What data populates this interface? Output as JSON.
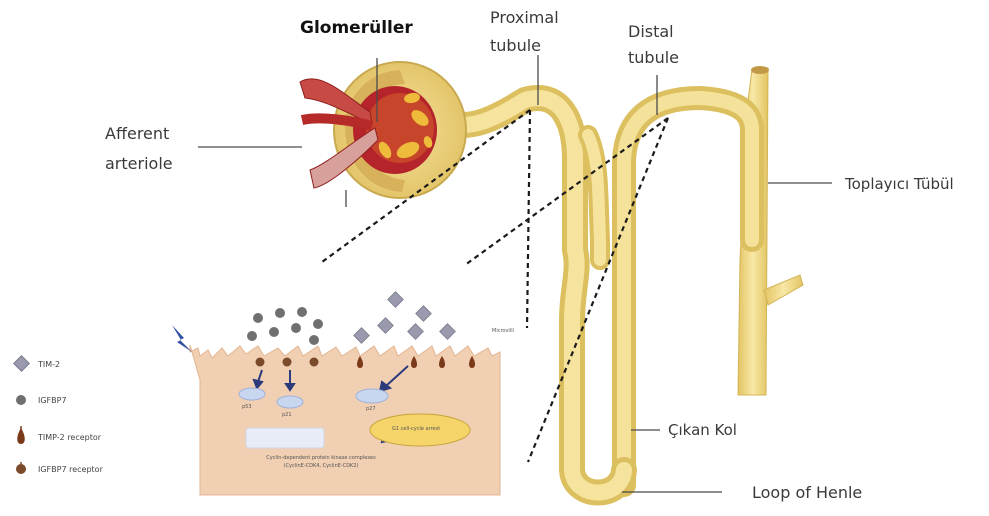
{
  "labels": {
    "glomeruli": "Glomerüller",
    "proximal_line1": "Proximal",
    "proximal_line2": "tubule",
    "distal_line1": "Distal",
    "distal_line2": "tubule",
    "afferent_line1": "Afferent",
    "afferent_line2": "arteriole",
    "collecting": "Toplayıcı Tübül",
    "ascending": "Çıkan Kol",
    "loop": "Loop of Henle"
  },
  "legend": [
    {
      "icon": "diamond-icon",
      "label": "TIM-2"
    },
    {
      "icon": "circle-icon",
      "label": "IGFBP7"
    },
    {
      "icon": "timp2-receptor-icon",
      "label": "TIMP-2 receptor"
    },
    {
      "icon": "igfbp7-receptor-icon",
      "label": "IGFBP7 receptor"
    }
  ],
  "cell_inset": {
    "p53": "p53",
    "p21": "p21",
    "p27": "p27",
    "arrest": "G1 cell-cycle arrest",
    "complex_line1": "Cyclin-dependent protein kinase complexes",
    "complex_line2": "(CyclinE-CDK4, CyclinE-CDK2)",
    "side_label": "Microvilli"
  },
  "colors": {
    "tubule_fill": "#f2dc8c",
    "tubule_edge": "#d9bd5c",
    "cell_fill": "#f0cdb0",
    "artery_red": "#c0302b",
    "molecule_gray": "#6f6f6f",
    "diamond_gray": "#9a9aa6"
  }
}
